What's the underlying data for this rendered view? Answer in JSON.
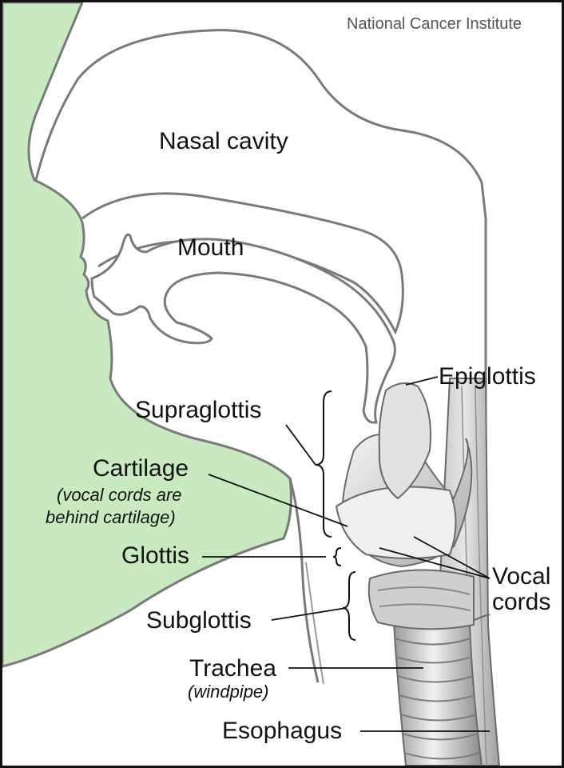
{
  "credit": "National Cancer Institute",
  "colors": {
    "skin": "#c9eac0",
    "outline": "#7a7a7a",
    "tissue": "#d8d8d8",
    "leader": "#111111"
  },
  "labels": {
    "nasal_cavity": "Nasal cavity",
    "mouth": "Mouth",
    "epiglottis": "Epiglottis",
    "supraglottis": "Supraglottis",
    "cartilage": "Cartilage",
    "cartilage_note_1": "(vocal cords are",
    "cartilage_note_2": "behind cartilage)",
    "glottis": "Glottis",
    "vocal_cords_1": "Vocal",
    "vocal_cords_2": "cords",
    "subglottis": "Subglottis",
    "trachea": "Trachea",
    "trachea_note": "(windpipe)",
    "esophagus": "Esophagus"
  }
}
